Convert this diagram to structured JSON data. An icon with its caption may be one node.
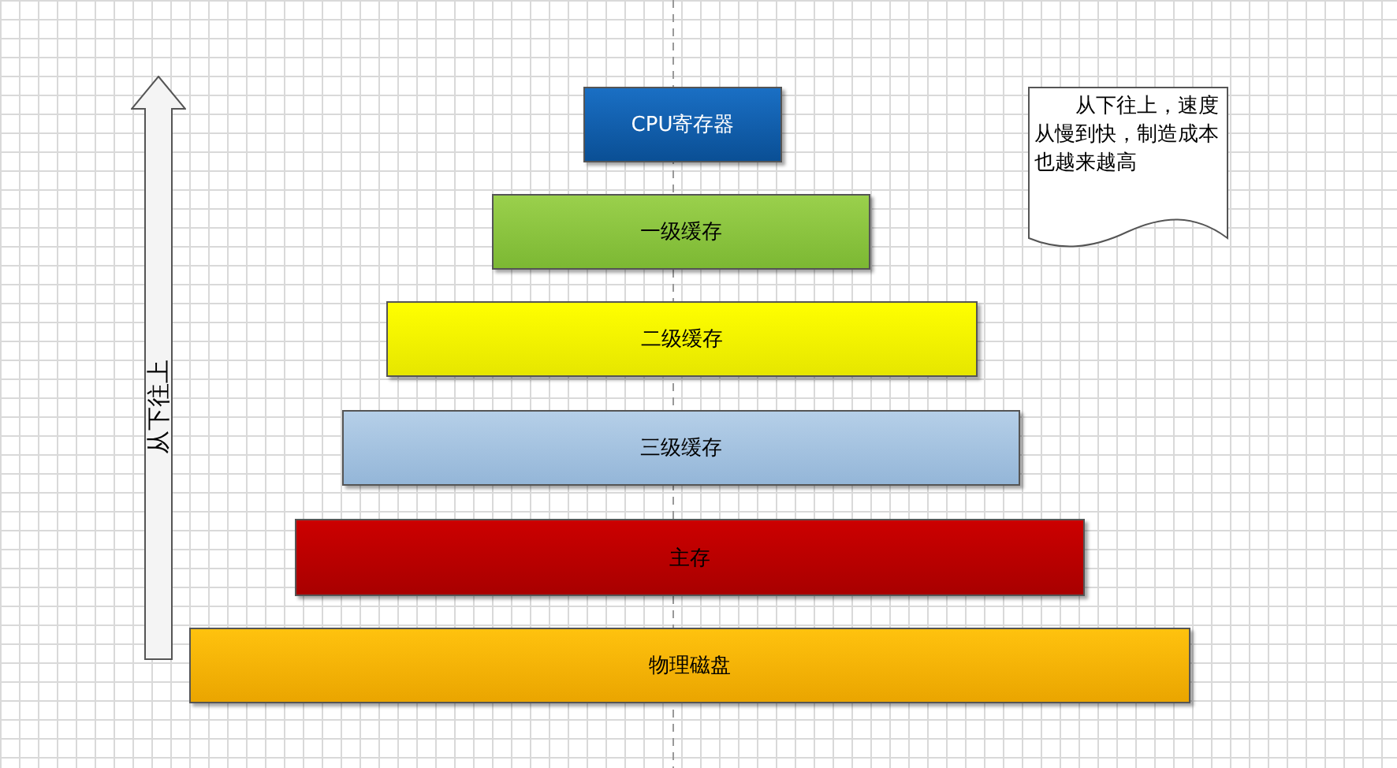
{
  "diagram": {
    "nodes": [
      {
        "text": [
          "从下往上"
        ]
      },
      {
        "text": [
          "CPU寄存器"
        ]
      },
      {
        "text": [
          "一级缓存"
        ]
      },
      {
        "text": [
          "二级缓存"
        ]
      },
      {
        "text": [
          "三级缓存"
        ]
      },
      {
        "text": [
          "主存"
        ]
      },
      {
        "text": [
          "物理磁盘"
        ]
      },
      {
        "text": [
          "从下往上，速度从慢到快，制造成本也越来越高"
        ]
      }
    ]
  }
}
